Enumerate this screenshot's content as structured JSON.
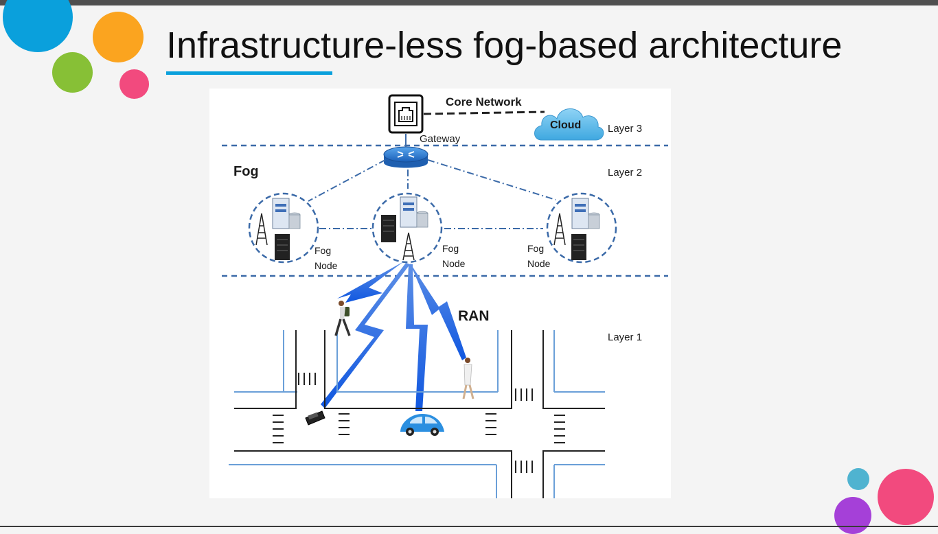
{
  "slide": {
    "title": "Infrastructure-less fog-based architecture",
    "colors": {
      "accent_underline": "#0aa0dc",
      "dot_blue": "#0aa0dc",
      "dot_orange": "#fba41f",
      "dot_green": "#87c036",
      "dot_pink": "#f24a7e",
      "dot_teal": "#4fb3d0",
      "dot_rose": "#f24a7e",
      "dot_purple": "#a540d8"
    }
  },
  "diagram": {
    "core_network": "Core Network",
    "cloud": "Cloud",
    "gateway": "Gateway",
    "fog": "Fog",
    "layer3": "Layer 3",
    "layer2": "Layer 2",
    "layer1": "Layer 1",
    "fog_node_left": [
      "Fog",
      "Node"
    ],
    "fog_node_center": [
      "Fog",
      "Node"
    ],
    "fog_node_right": [
      "Fog",
      "Node"
    ],
    "ran": "RAN",
    "colors": {
      "dashed_line": "#3b6aa8",
      "lightning": "#1d6de0",
      "cloud": "#5bbbe8",
      "router": "#2d7fd6",
      "car": "#2b8fe0",
      "road": "#222222",
      "road_edge": "#6a9fd8"
    },
    "icons": [
      "gateway-icon",
      "cloud-icon",
      "router-icon",
      "server-icon",
      "tower-icon",
      "pedestrian-icon",
      "car-icon"
    ]
  }
}
